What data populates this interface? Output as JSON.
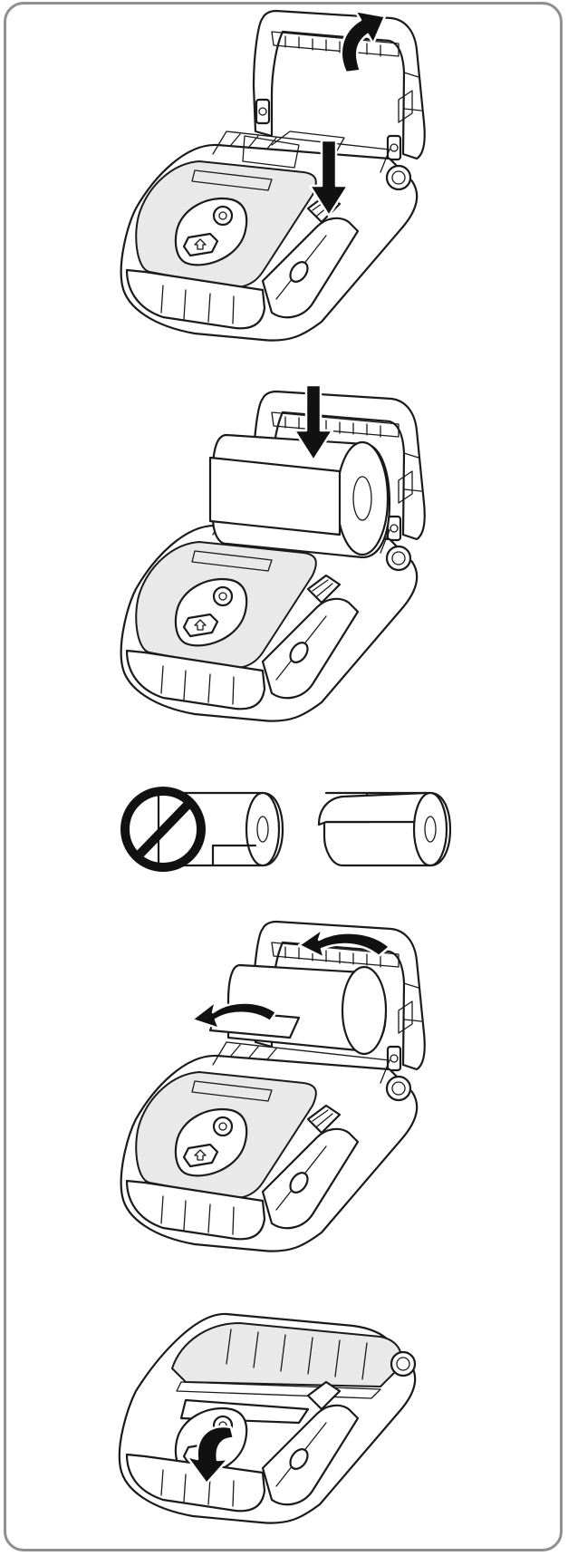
{
  "steps": [
    {
      "id": "open-cover",
      "action_arrows": [
        "curved-arrow-up",
        "down-arrow"
      ]
    },
    {
      "id": "insert-paper-roll",
      "action_arrows": [
        "down-arrow"
      ]
    },
    {
      "id": "roll-orientation",
      "symbols": [
        "prohibited-icon"
      ]
    },
    {
      "id": "pull-paper-close-cover",
      "action_arrows": [
        "curved-arrow-back",
        "curved-arrow-left"
      ]
    },
    {
      "id": "cover-closed",
      "action_arrows": [
        "curved-arrow-down"
      ]
    }
  ],
  "colors": {
    "frame_border": "#8f8f8f",
    "line": "#1a1a1a",
    "arrow_fill": "#111111",
    "body_shade": "#e9e9e9",
    "background": "#ffffff"
  }
}
